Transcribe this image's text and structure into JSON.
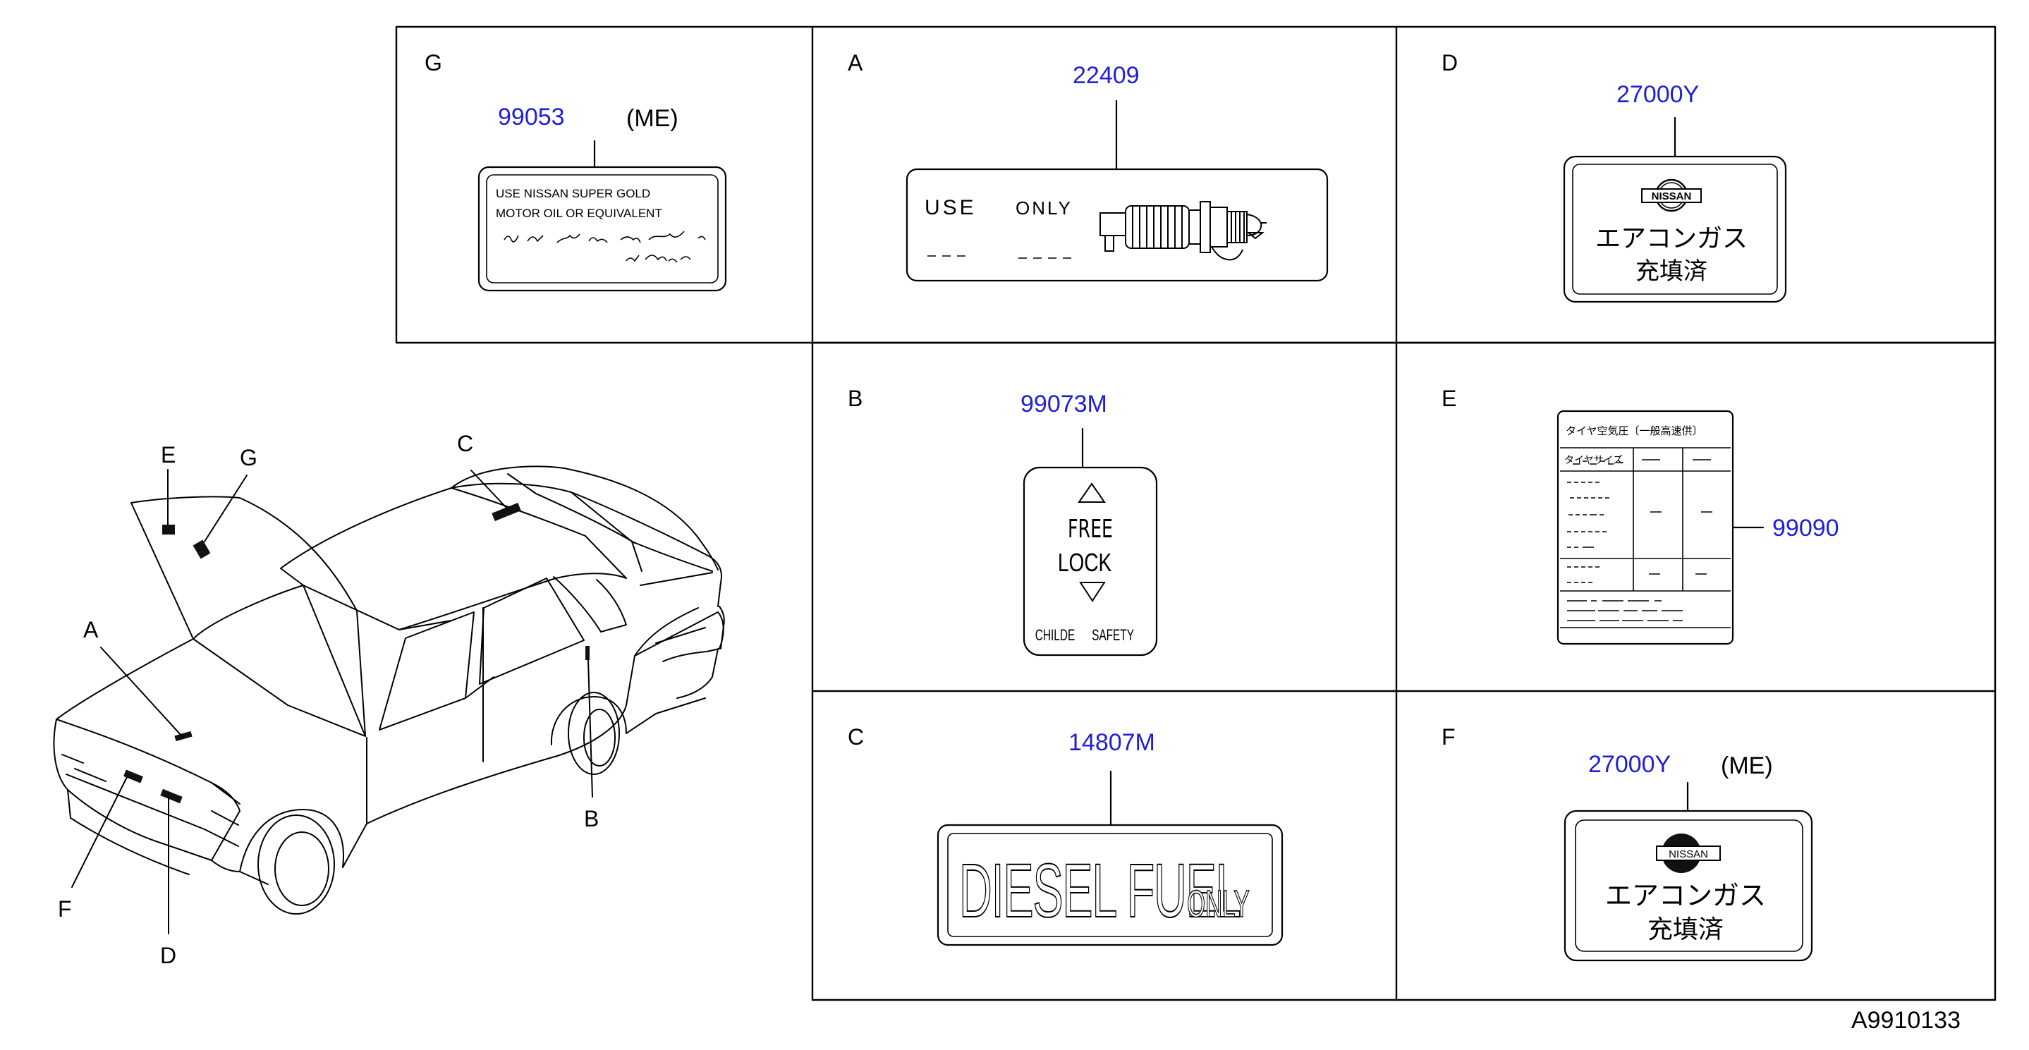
{
  "accent_color": "#1f1fd6",
  "drawing_id": "A9910133",
  "car_callouts": [
    "E",
    "G",
    "C",
    "A",
    "B",
    "F",
    "D"
  ],
  "panels": {
    "G": {
      "letter": "G",
      "part_no": "99053",
      "suffix": "(ME)",
      "text_line1": "USE    NISSAN    SUPER    GOLD",
      "text_line2": "MOTOR    OIL    OR    EQUIVALENT"
    },
    "A": {
      "letter": "A",
      "part_no": "22409",
      "label_use": "USE",
      "label_only": "ONLY"
    },
    "D": {
      "letter": "D",
      "part_no": "27000Y",
      "logo_text": "NISSAN",
      "jp_line1": "エアコンガス",
      "jp_line2": "充填済"
    },
    "B": {
      "letter": "B",
      "part_no": "99073M",
      "line_free": "FREE",
      "line_lock": "LOCK",
      "left_text": "CHILDE",
      "right_text": "SAFETY"
    },
    "E": {
      "letter": "E",
      "part_no": "99090",
      "heading": "タイヤ空気圧〔一般高速供〕",
      "size_label": "タイヤサイズ"
    },
    "C": {
      "letter": "C",
      "part_no": "14807M",
      "text_big": "DIESEL FUEL",
      "text_small": "ONLY"
    },
    "F": {
      "letter": "F",
      "part_no": "27000Y",
      "suffix": "(ME)",
      "logo_text": "NISSAN",
      "jp_line1": "エアコンガス",
      "jp_line2": "充填済"
    }
  }
}
